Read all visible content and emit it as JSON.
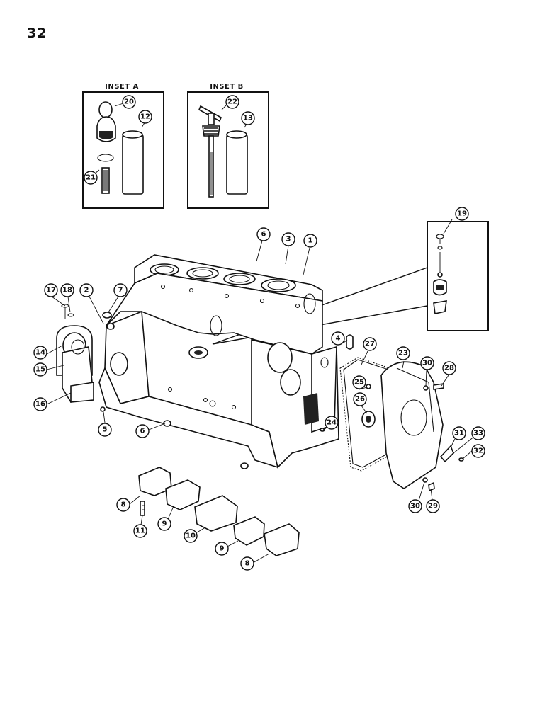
{
  "page_number": "32",
  "insets": {
    "a": {
      "title": "INSET A"
    },
    "b": {
      "title": "INSET B"
    }
  },
  "callouts": [
    {
      "id": "c1",
      "label": "1"
    },
    {
      "id": "c2",
      "label": "2"
    },
    {
      "id": "c3",
      "label": "3"
    },
    {
      "id": "c4",
      "label": "4"
    },
    {
      "id": "c5",
      "label": "5"
    },
    {
      "id": "c6a",
      "label": "6"
    },
    {
      "id": "c6b",
      "label": "6"
    },
    {
      "id": "c7",
      "label": "7"
    },
    {
      "id": "c8a",
      "label": "8"
    },
    {
      "id": "c8b",
      "label": "8"
    },
    {
      "id": "c9a",
      "label": "9"
    },
    {
      "id": "c9b",
      "label": "9"
    },
    {
      "id": "c10",
      "label": "10"
    },
    {
      "id": "c11",
      "label": "11"
    },
    {
      "id": "c12",
      "label": "12"
    },
    {
      "id": "c13",
      "label": "13"
    },
    {
      "id": "c14",
      "label": "14"
    },
    {
      "id": "c15",
      "label": "15"
    },
    {
      "id": "c16",
      "label": "16"
    },
    {
      "id": "c17",
      "label": "17"
    },
    {
      "id": "c18",
      "label": "18"
    },
    {
      "id": "c19",
      "label": "19"
    },
    {
      "id": "c20",
      "label": "20"
    },
    {
      "id": "c21",
      "label": "21"
    },
    {
      "id": "c22",
      "label": "22"
    },
    {
      "id": "c23",
      "label": "23"
    },
    {
      "id": "c24",
      "label": "24"
    },
    {
      "id": "c25",
      "label": "25"
    },
    {
      "id": "c26",
      "label": "26"
    },
    {
      "id": "c27",
      "label": "27"
    },
    {
      "id": "c28",
      "label": "28"
    },
    {
      "id": "c29",
      "label": "29"
    },
    {
      "id": "c30a",
      "label": "30"
    },
    {
      "id": "c30b",
      "label": "30"
    },
    {
      "id": "c31",
      "label": "31"
    },
    {
      "id": "c32",
      "label": "32"
    },
    {
      "id": "c33",
      "label": "33"
    }
  ]
}
